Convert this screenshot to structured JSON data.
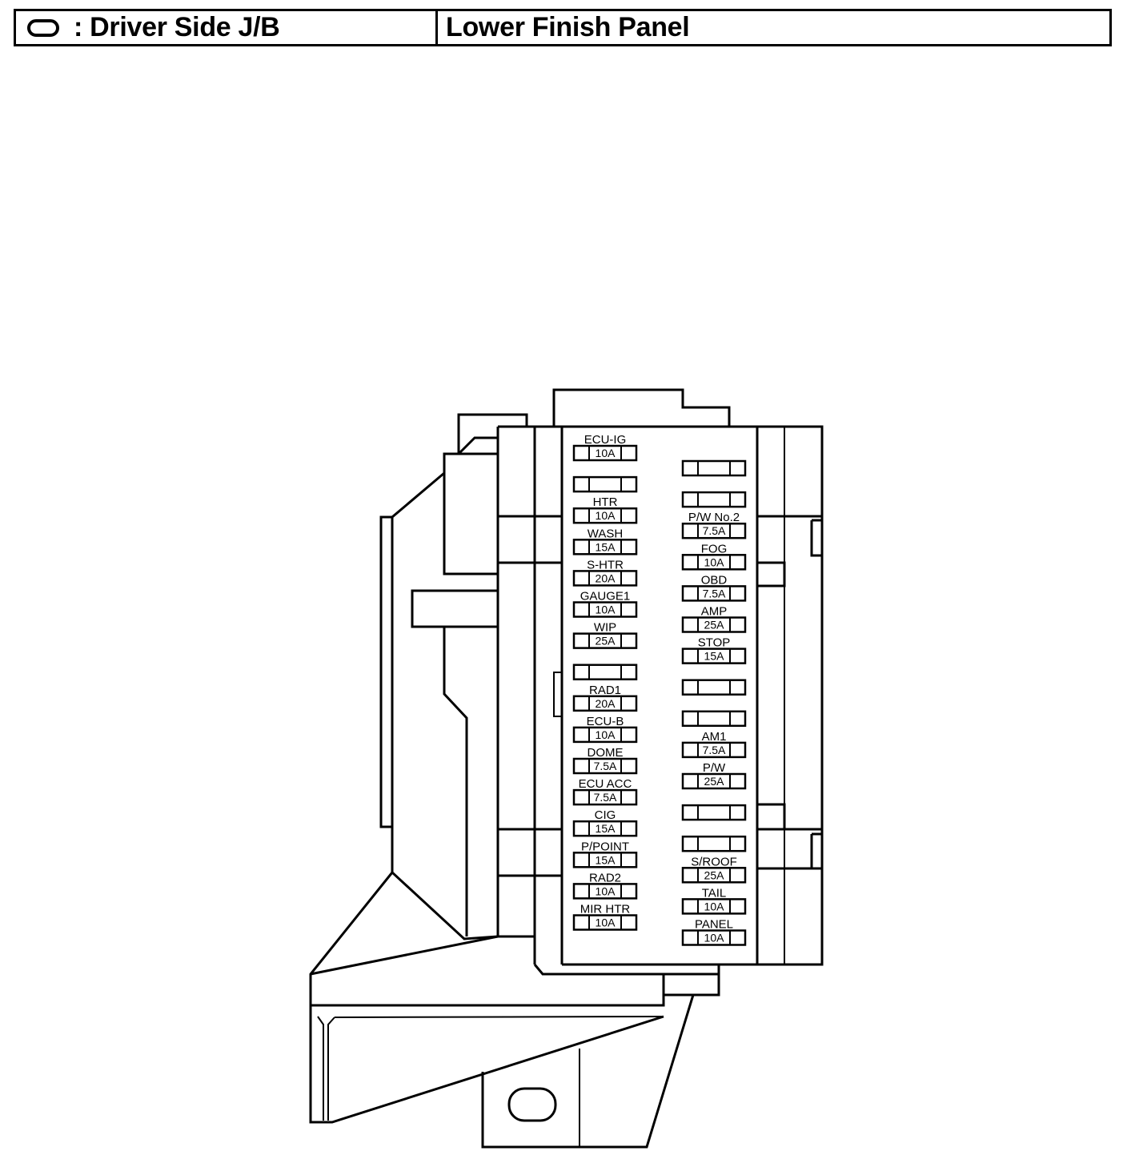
{
  "header": {
    "left_label": ": Driver Side J/B",
    "right_label": "Lower Finish Panel",
    "location_icon": "rounded-rect-location-symbol"
  },
  "fuses": {
    "left": [
      {
        "label": "ECU-IG",
        "rating": "10A"
      },
      {
        "label": "",
        "rating": ""
      },
      {
        "label": "HTR",
        "rating": "10A"
      },
      {
        "label": "WASH",
        "rating": "15A"
      },
      {
        "label": "S-HTR",
        "rating": "20A"
      },
      {
        "label": "GAUGE1",
        "rating": "10A"
      },
      {
        "label": "WIP",
        "rating": "25A"
      },
      {
        "label": "",
        "rating": ""
      },
      {
        "label": "RAD1",
        "rating": "20A"
      },
      {
        "label": "ECU-B",
        "rating": "10A"
      },
      {
        "label": "DOME",
        "rating": "7.5A"
      },
      {
        "label": "ECU ACC",
        "rating": "7.5A"
      },
      {
        "label": "CIG",
        "rating": "15A"
      },
      {
        "label": "P/POINT",
        "rating": "15A"
      },
      {
        "label": "RAD2",
        "rating": "10A"
      },
      {
        "label": "MIR HTR",
        "rating": "10A"
      }
    ],
    "right": [
      {
        "label": "",
        "rating": ""
      },
      {
        "label": "",
        "rating": ""
      },
      {
        "label": "P/W No.2",
        "rating": "7.5A"
      },
      {
        "label": "FOG",
        "rating": "10A"
      },
      {
        "label": "OBD",
        "rating": "7.5A"
      },
      {
        "label": "AMP",
        "rating": "25A"
      },
      {
        "label": "STOP",
        "rating": "15A"
      },
      {
        "label": "",
        "rating": ""
      },
      {
        "label": "",
        "rating": ""
      },
      {
        "label": "AM1",
        "rating": "7.5A"
      },
      {
        "label": "P/W",
        "rating": "25A"
      },
      {
        "label": "",
        "rating": ""
      },
      {
        "label": "",
        "rating": ""
      },
      {
        "label": "S/ROOF",
        "rating": "25A"
      },
      {
        "label": "TAIL",
        "rating": "10A"
      },
      {
        "label": "PANEL",
        "rating": "10A"
      }
    ]
  }
}
